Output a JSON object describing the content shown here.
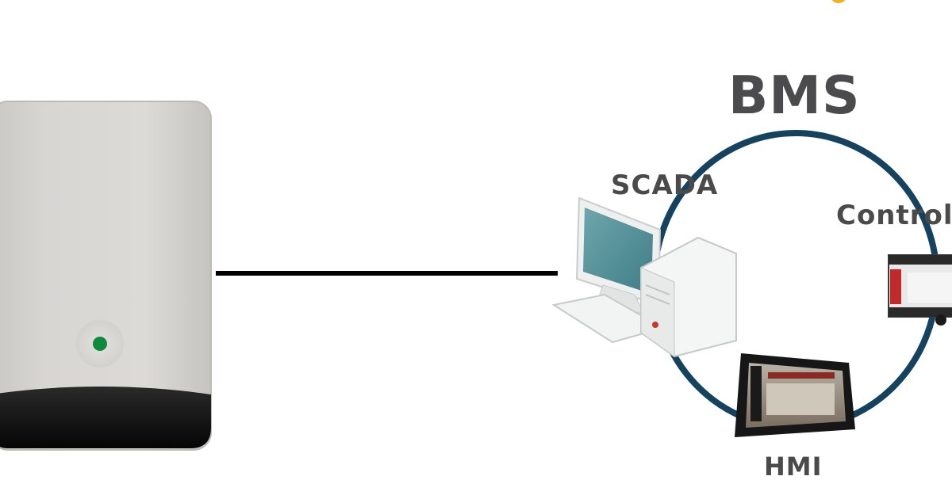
{
  "diagram": {
    "title": "BMS",
    "nodes": [
      {
        "id": "scada",
        "label": "SCADA"
      },
      {
        "id": "controller",
        "label": "Controll"
      },
      {
        "id": "hmi",
        "label": "HMI"
      }
    ],
    "connection": "sensor-to-bms"
  },
  "colors": {
    "ring": "#15435f",
    "text": "#4a4a4a",
    "led": "#0f8a3c",
    "accent": "#f2b01e"
  }
}
